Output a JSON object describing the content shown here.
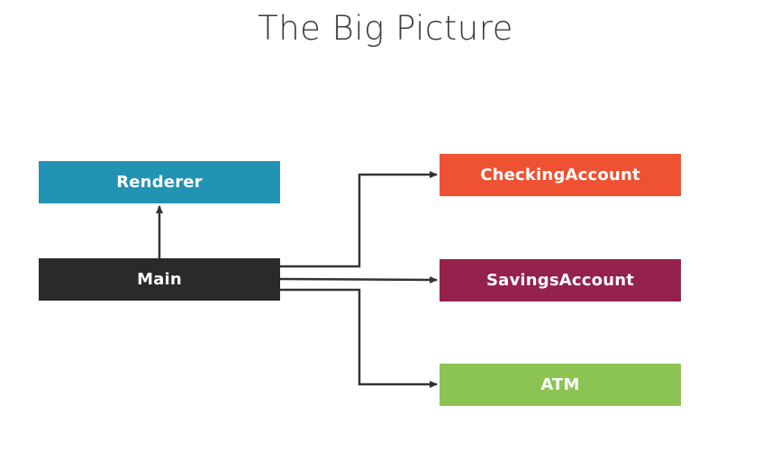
{
  "title": "The Big Picture",
  "nodes": {
    "renderer": {
      "label": "Renderer",
      "color": "#2293b2"
    },
    "main": {
      "label": "Main",
      "color": "#2a2a2a"
    },
    "checking": {
      "label": "CheckingAccount",
      "color": "#ee5232"
    },
    "savings": {
      "label": "SavingsAccount",
      "color": "#95214d"
    },
    "atm": {
      "label": "ATM",
      "color": "#8bc453"
    }
  },
  "edges": [
    {
      "from": "main",
      "to": "renderer"
    },
    {
      "from": "main",
      "to": "checking"
    },
    {
      "from": "main",
      "to": "savings"
    },
    {
      "from": "main",
      "to": "atm"
    }
  ],
  "edge_color": "#333333"
}
